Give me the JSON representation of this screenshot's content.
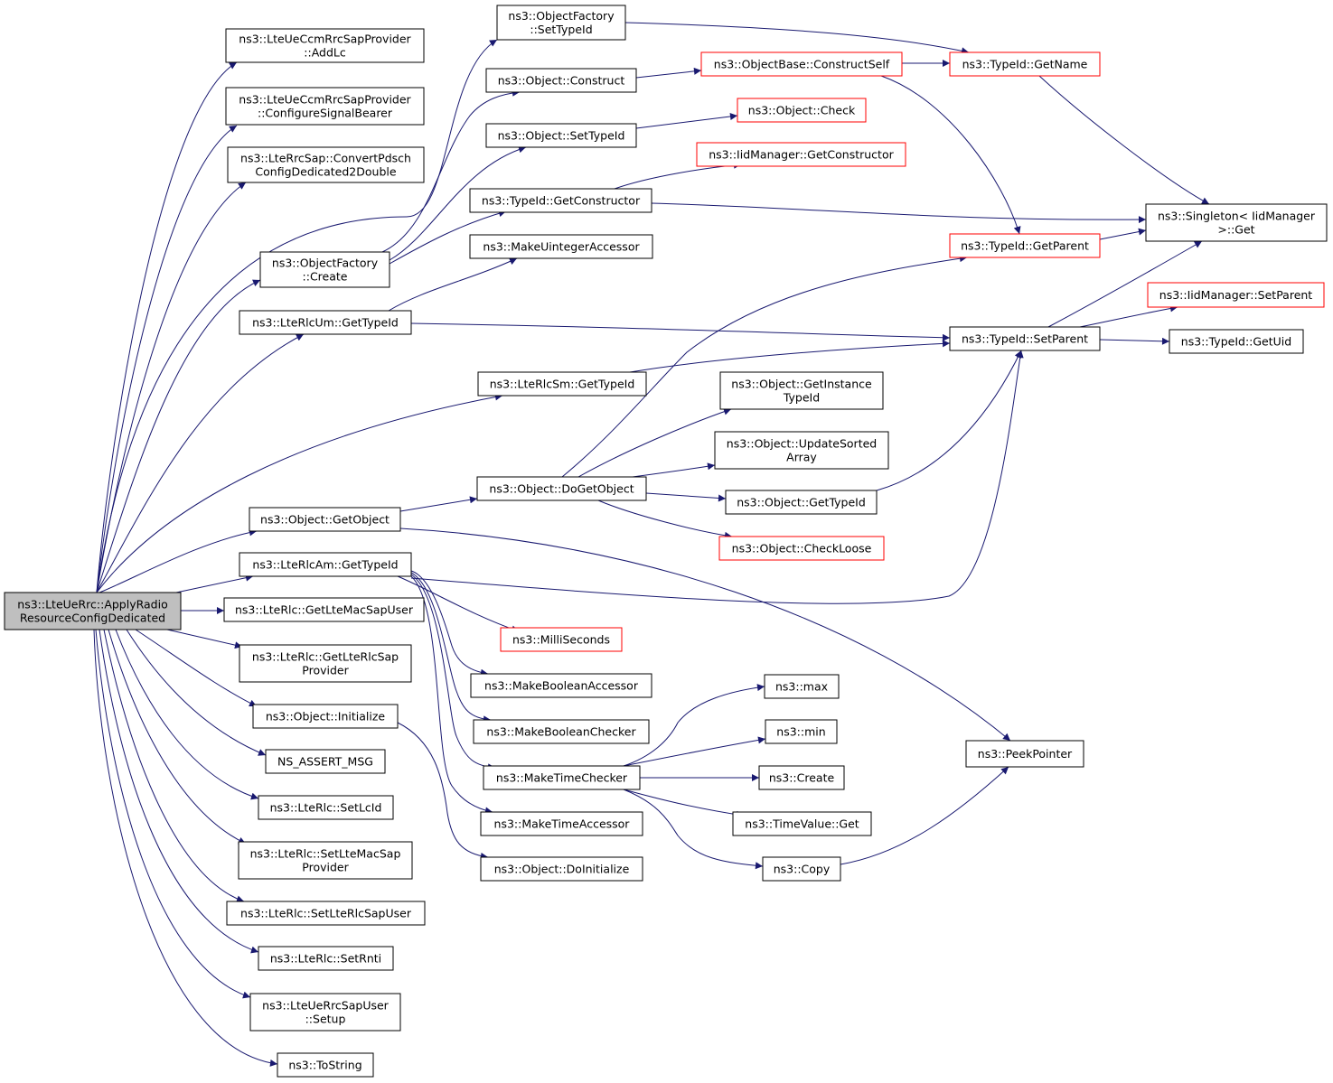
{
  "graph": {
    "type": "call-graph",
    "root": "n_root",
    "colors": {
      "edge": "#191970",
      "root_fill": "#bfbfbf",
      "node_border": "#000000",
      "truncated_border": "#ff0000"
    },
    "nodes": [
      {
        "id": "n_root",
        "lines": [
          "ns3::LteUeRrc::ApplyRadio",
          "ResourceConfigDedicated"
        ],
        "style": "root"
      },
      {
        "id": "n_addlc",
        "lines": [
          "ns3::LteUeCcmRrcSapProvider",
          "::AddLc"
        ]
      },
      {
        "id": "n_cfgsig",
        "lines": [
          "ns3::LteUeCcmRrcSapProvider",
          "::ConfigureSignalBearer"
        ]
      },
      {
        "id": "n_convpdsch",
        "lines": [
          "ns3::LteRrcSap::ConvertPdsch",
          "ConfigDedicated2Double"
        ]
      },
      {
        "id": "n_ofcreate",
        "lines": [
          "ns3::ObjectFactory",
          "::Create"
        ]
      },
      {
        "id": "n_rlcumgti",
        "lines": [
          "ns3::LteRlcUm::GetTypeId"
        ]
      },
      {
        "id": "n_rlcsmgti",
        "lines": [
          "ns3::LteRlcSm::GetTypeId"
        ]
      },
      {
        "id": "n_getobject",
        "lines": [
          "ns3::Object::GetObject"
        ]
      },
      {
        "id": "n_rlcamgti",
        "lines": [
          "ns3::LteRlcAm::GetTypeId"
        ]
      },
      {
        "id": "n_getmacsapuser",
        "lines": [
          "ns3::LteRlc::GetLteMacSapUser"
        ]
      },
      {
        "id": "n_getrlcsapprov",
        "lines": [
          "ns3::LteRlc::GetLteRlcSap",
          "Provider"
        ]
      },
      {
        "id": "n_initialize",
        "lines": [
          "ns3::Object::Initialize"
        ]
      },
      {
        "id": "n_assertmsg",
        "lines": [
          "NS_ASSERT_MSG"
        ]
      },
      {
        "id": "n_setlcid",
        "lines": [
          "ns3::LteRlc::SetLcId"
        ]
      },
      {
        "id": "n_setmacsapprov",
        "lines": [
          "ns3::LteRlc::SetLteMacSap",
          "Provider"
        ]
      },
      {
        "id": "n_setrlcsapuser",
        "lines": [
          "ns3::LteRlc::SetLteRlcSapUser"
        ]
      },
      {
        "id": "n_setrnti",
        "lines": [
          "ns3::LteRlc::SetRnti"
        ]
      },
      {
        "id": "n_rrcsapsetup",
        "lines": [
          "ns3::LteUeRrcSapUser",
          "::Setup"
        ]
      },
      {
        "id": "n_tostring",
        "lines": [
          "ns3::ToString"
        ]
      },
      {
        "id": "n_ofsettypeid",
        "lines": [
          "ns3::ObjectFactory",
          "::SetTypeId"
        ]
      },
      {
        "id": "n_construct",
        "lines": [
          "ns3::Object::Construct"
        ]
      },
      {
        "id": "n_objsettypeid",
        "lines": [
          "ns3::Object::SetTypeId"
        ]
      },
      {
        "id": "n_getconstructor",
        "lines": [
          "ns3::TypeId::GetConstructor"
        ]
      },
      {
        "id": "n_makeuintacc",
        "lines": [
          "ns3::MakeUintegerAccessor"
        ]
      },
      {
        "id": "n_dogetobject",
        "lines": [
          "ns3::Object::DoGetObject"
        ]
      },
      {
        "id": "n_milliseconds",
        "lines": [
          "ns3::MilliSeconds"
        ],
        "style": "red"
      },
      {
        "id": "n_makeboolacc",
        "lines": [
          "ns3::MakeBooleanAccessor"
        ]
      },
      {
        "id": "n_makeboolchk",
        "lines": [
          "ns3::MakeBooleanChecker"
        ]
      },
      {
        "id": "n_maketimechk",
        "lines": [
          "ns3::MakeTimeChecker"
        ]
      },
      {
        "id": "n_maketimeacc",
        "lines": [
          "ns3::MakeTimeAccessor"
        ]
      },
      {
        "id": "n_doinitialize",
        "lines": [
          "ns3::Object::DoInitialize"
        ]
      },
      {
        "id": "n_constructself",
        "lines": [
          "ns3::ObjectBase::ConstructSelf"
        ],
        "style": "red"
      },
      {
        "id": "n_objcheck",
        "lines": [
          "ns3::Object::Check"
        ],
        "style": "red"
      },
      {
        "id": "n_iidgetctor",
        "lines": [
          "ns3::IidManager::GetConstructor"
        ],
        "style": "red"
      },
      {
        "id": "n_getinstancetid",
        "lines": [
          "ns3::Object::GetInstance",
          "TypeId"
        ]
      },
      {
        "id": "n_updatesorted",
        "lines": [
          "ns3::Object::UpdateSorted",
          "Array"
        ]
      },
      {
        "id": "n_objgettypeid",
        "lines": [
          "ns3::Object::GetTypeId"
        ]
      },
      {
        "id": "n_checkloose",
        "lines": [
          "ns3::Object::CheckLoose"
        ],
        "style": "red"
      },
      {
        "id": "n_max",
        "lines": [
          "ns3::max"
        ]
      },
      {
        "id": "n_min",
        "lines": [
          "ns3::min"
        ]
      },
      {
        "id": "n_create",
        "lines": [
          "ns3::Create"
        ]
      },
      {
        "id": "n_timevalueget",
        "lines": [
          "ns3::TimeValue::Get"
        ]
      },
      {
        "id": "n_copy",
        "lines": [
          "ns3::Copy"
        ]
      },
      {
        "id": "n_getname",
        "lines": [
          "ns3::TypeId::GetName"
        ],
        "style": "red"
      },
      {
        "id": "n_getparent",
        "lines": [
          "ns3::TypeId::GetParent"
        ],
        "style": "red"
      },
      {
        "id": "n_setparent",
        "lines": [
          "ns3::TypeId::SetParent"
        ]
      },
      {
        "id": "n_peekpointer",
        "lines": [
          "ns3::PeekPointer"
        ]
      },
      {
        "id": "n_singletonget",
        "lines": [
          "ns3::Singleton< IidManager",
          ">::Get"
        ]
      },
      {
        "id": "n_iidsetparent",
        "lines": [
          "ns3::IidManager::SetParent"
        ],
        "style": "red"
      },
      {
        "id": "n_getuid",
        "lines": [
          "ns3::TypeId::GetUid"
        ]
      }
    ],
    "edges": [
      [
        "n_root",
        "n_addlc"
      ],
      [
        "n_root",
        "n_cfgsig"
      ],
      [
        "n_root",
        "n_convpdsch"
      ],
      [
        "n_root",
        "n_ofsettypeid"
      ],
      [
        "n_root",
        "n_ofcreate"
      ],
      [
        "n_root",
        "n_rlcumgti"
      ],
      [
        "n_root",
        "n_rlcsmgti"
      ],
      [
        "n_root",
        "n_getobject"
      ],
      [
        "n_root",
        "n_rlcamgti"
      ],
      [
        "n_root",
        "n_getmacsapuser"
      ],
      [
        "n_root",
        "n_getrlcsapprov"
      ],
      [
        "n_root",
        "n_initialize"
      ],
      [
        "n_root",
        "n_assertmsg"
      ],
      [
        "n_root",
        "n_setlcid"
      ],
      [
        "n_root",
        "n_setmacsapprov"
      ],
      [
        "n_root",
        "n_setrlcsapuser"
      ],
      [
        "n_root",
        "n_setrnti"
      ],
      [
        "n_root",
        "n_rrcsapsetup"
      ],
      [
        "n_root",
        "n_tostring"
      ],
      [
        "n_ofcreate",
        "n_construct"
      ],
      [
        "n_ofcreate",
        "n_objsettypeid"
      ],
      [
        "n_ofcreate",
        "n_getconstructor"
      ],
      [
        "n_ofsettypeid",
        "n_getname"
      ],
      [
        "n_construct",
        "n_constructself"
      ],
      [
        "n_constructself",
        "n_getname"
      ],
      [
        "n_constructself",
        "n_getparent"
      ],
      [
        "n_getname",
        "n_singletonget"
      ],
      [
        "n_objsettypeid",
        "n_objcheck"
      ],
      [
        "n_getconstructor",
        "n_iidgetctor"
      ],
      [
        "n_getconstructor",
        "n_singletonget"
      ],
      [
        "n_getparent",
        "n_singletonget"
      ],
      [
        "n_rlcumgti",
        "n_makeuintacc"
      ],
      [
        "n_rlcumgti",
        "n_setparent"
      ],
      [
        "n_rlcsmgti",
        "n_setparent"
      ],
      [
        "n_setparent",
        "n_singletonget"
      ],
      [
        "n_setparent",
        "n_iidsetparent"
      ],
      [
        "n_setparent",
        "n_getuid"
      ],
      [
        "n_getobject",
        "n_dogetobject"
      ],
      [
        "n_getobject",
        "n_peekpointer"
      ],
      [
        "n_dogetobject",
        "n_getparent"
      ],
      [
        "n_dogetobject",
        "n_getinstancetid"
      ],
      [
        "n_dogetobject",
        "n_updatesorted"
      ],
      [
        "n_dogetobject",
        "n_objgettypeid"
      ],
      [
        "n_dogetobject",
        "n_checkloose"
      ],
      [
        "n_objgettypeid",
        "n_setparent"
      ],
      [
        "n_rlcamgti",
        "n_setparent"
      ],
      [
        "n_rlcamgti",
        "n_milliseconds"
      ],
      [
        "n_rlcamgti",
        "n_makeboolacc"
      ],
      [
        "n_rlcamgti",
        "n_makeboolchk"
      ],
      [
        "n_rlcamgti",
        "n_maketimechk"
      ],
      [
        "n_rlcamgti",
        "n_maketimeacc"
      ],
      [
        "n_initialize",
        "n_doinitialize"
      ],
      [
        "n_maketimechk",
        "n_max"
      ],
      [
        "n_maketimechk",
        "n_min"
      ],
      [
        "n_maketimechk",
        "n_create"
      ],
      [
        "n_maketimechk",
        "n_timevalueget"
      ],
      [
        "n_maketimechk",
        "n_copy"
      ],
      [
        "n_copy",
        "n_peekpointer"
      ]
    ]
  }
}
